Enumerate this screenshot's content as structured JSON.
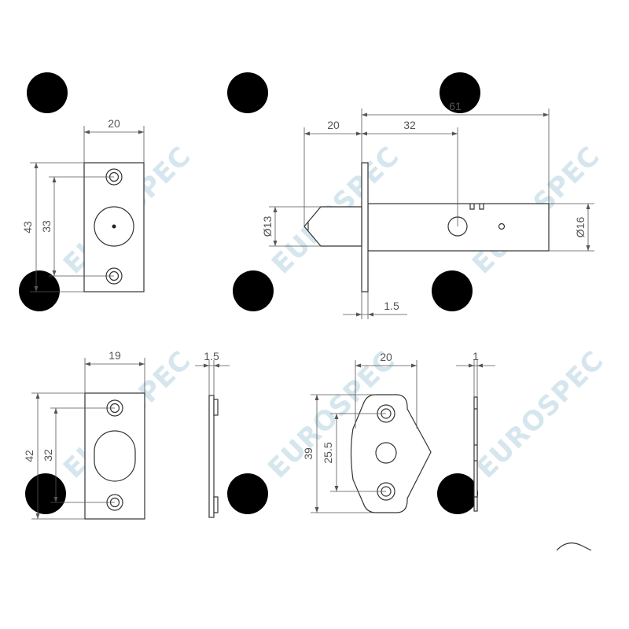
{
  "watermark": {
    "brand": "EUROSPEC"
  },
  "views": {
    "front_plate": {
      "width": "20",
      "height": "43",
      "hole_pitch": "33"
    },
    "side_bolt": {
      "tip_length": "20",
      "bolt_length": "32",
      "overall_length": "61",
      "tip_diameter": "Ø13",
      "body_diameter": "Ø16",
      "plate_thickness": "1.5"
    },
    "strike_plate": {
      "width": "19",
      "height": "42",
      "hole_pitch": "32"
    },
    "strike_side": {
      "thickness": "1.5"
    },
    "escutcheon": {
      "width": "20",
      "height": "39",
      "hole_pitch": "25.5"
    },
    "escutcheon_side": {
      "thickness": "1"
    }
  },
  "colors": {
    "line": "#333333",
    "dimension": "#555555",
    "watermark": "#d5e6ee"
  }
}
